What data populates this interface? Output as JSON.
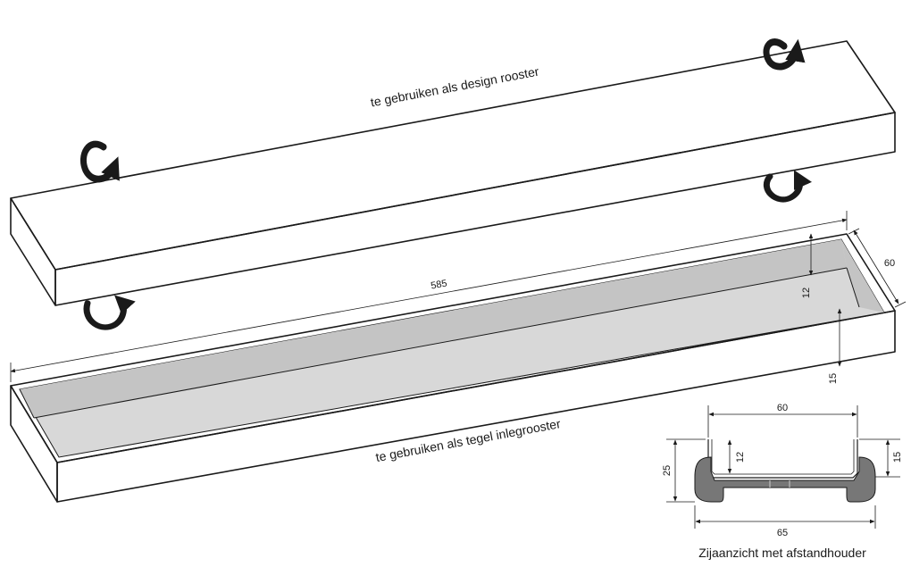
{
  "labels": {
    "design_grate": "te gebruiken als design rooster",
    "tile_grate": "te gebruiken als tegel inlegrooster",
    "side_view_caption": "Zijaanzicht met afstandhouder"
  },
  "dimensions": {
    "length": "585",
    "width": "60",
    "inner_depth": "12",
    "height": "15",
    "section_width": "60",
    "section_inner_depth": "12",
    "section_height": "25",
    "section_side": "15",
    "section_base_width": "65"
  },
  "icons": [
    "rotate-arrow-icon",
    "rotate-arrow-icon",
    "rotate-arrow-icon",
    "rotate-arrow-icon"
  ],
  "colors": {
    "line": "#1a1a1a",
    "tray_fill": "#d8d8d8",
    "tray_inner_wall": "#c4c4c4",
    "spacer_fill": "#777777",
    "background": "#ffffff"
  }
}
